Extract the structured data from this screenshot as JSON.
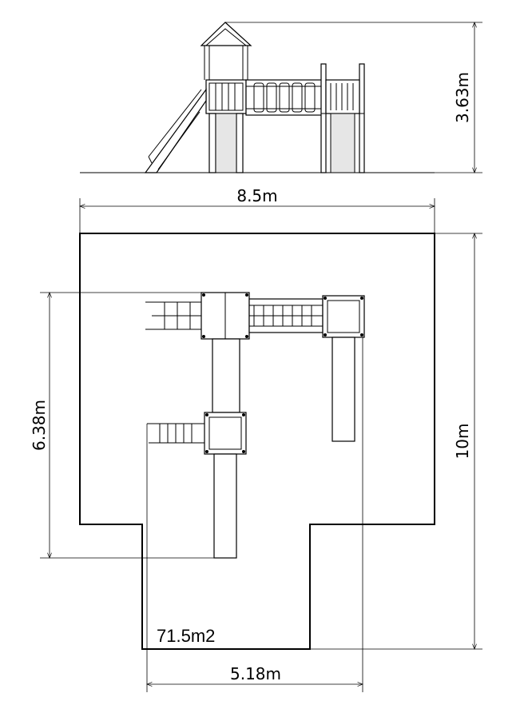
{
  "dimensions": {
    "height_elevation": "3.63m",
    "width_top": "8.5m",
    "depth_left": "6.38m",
    "depth_right": "10m",
    "width_bottom": "5.18m"
  },
  "area_label": "71.5m2"
}
